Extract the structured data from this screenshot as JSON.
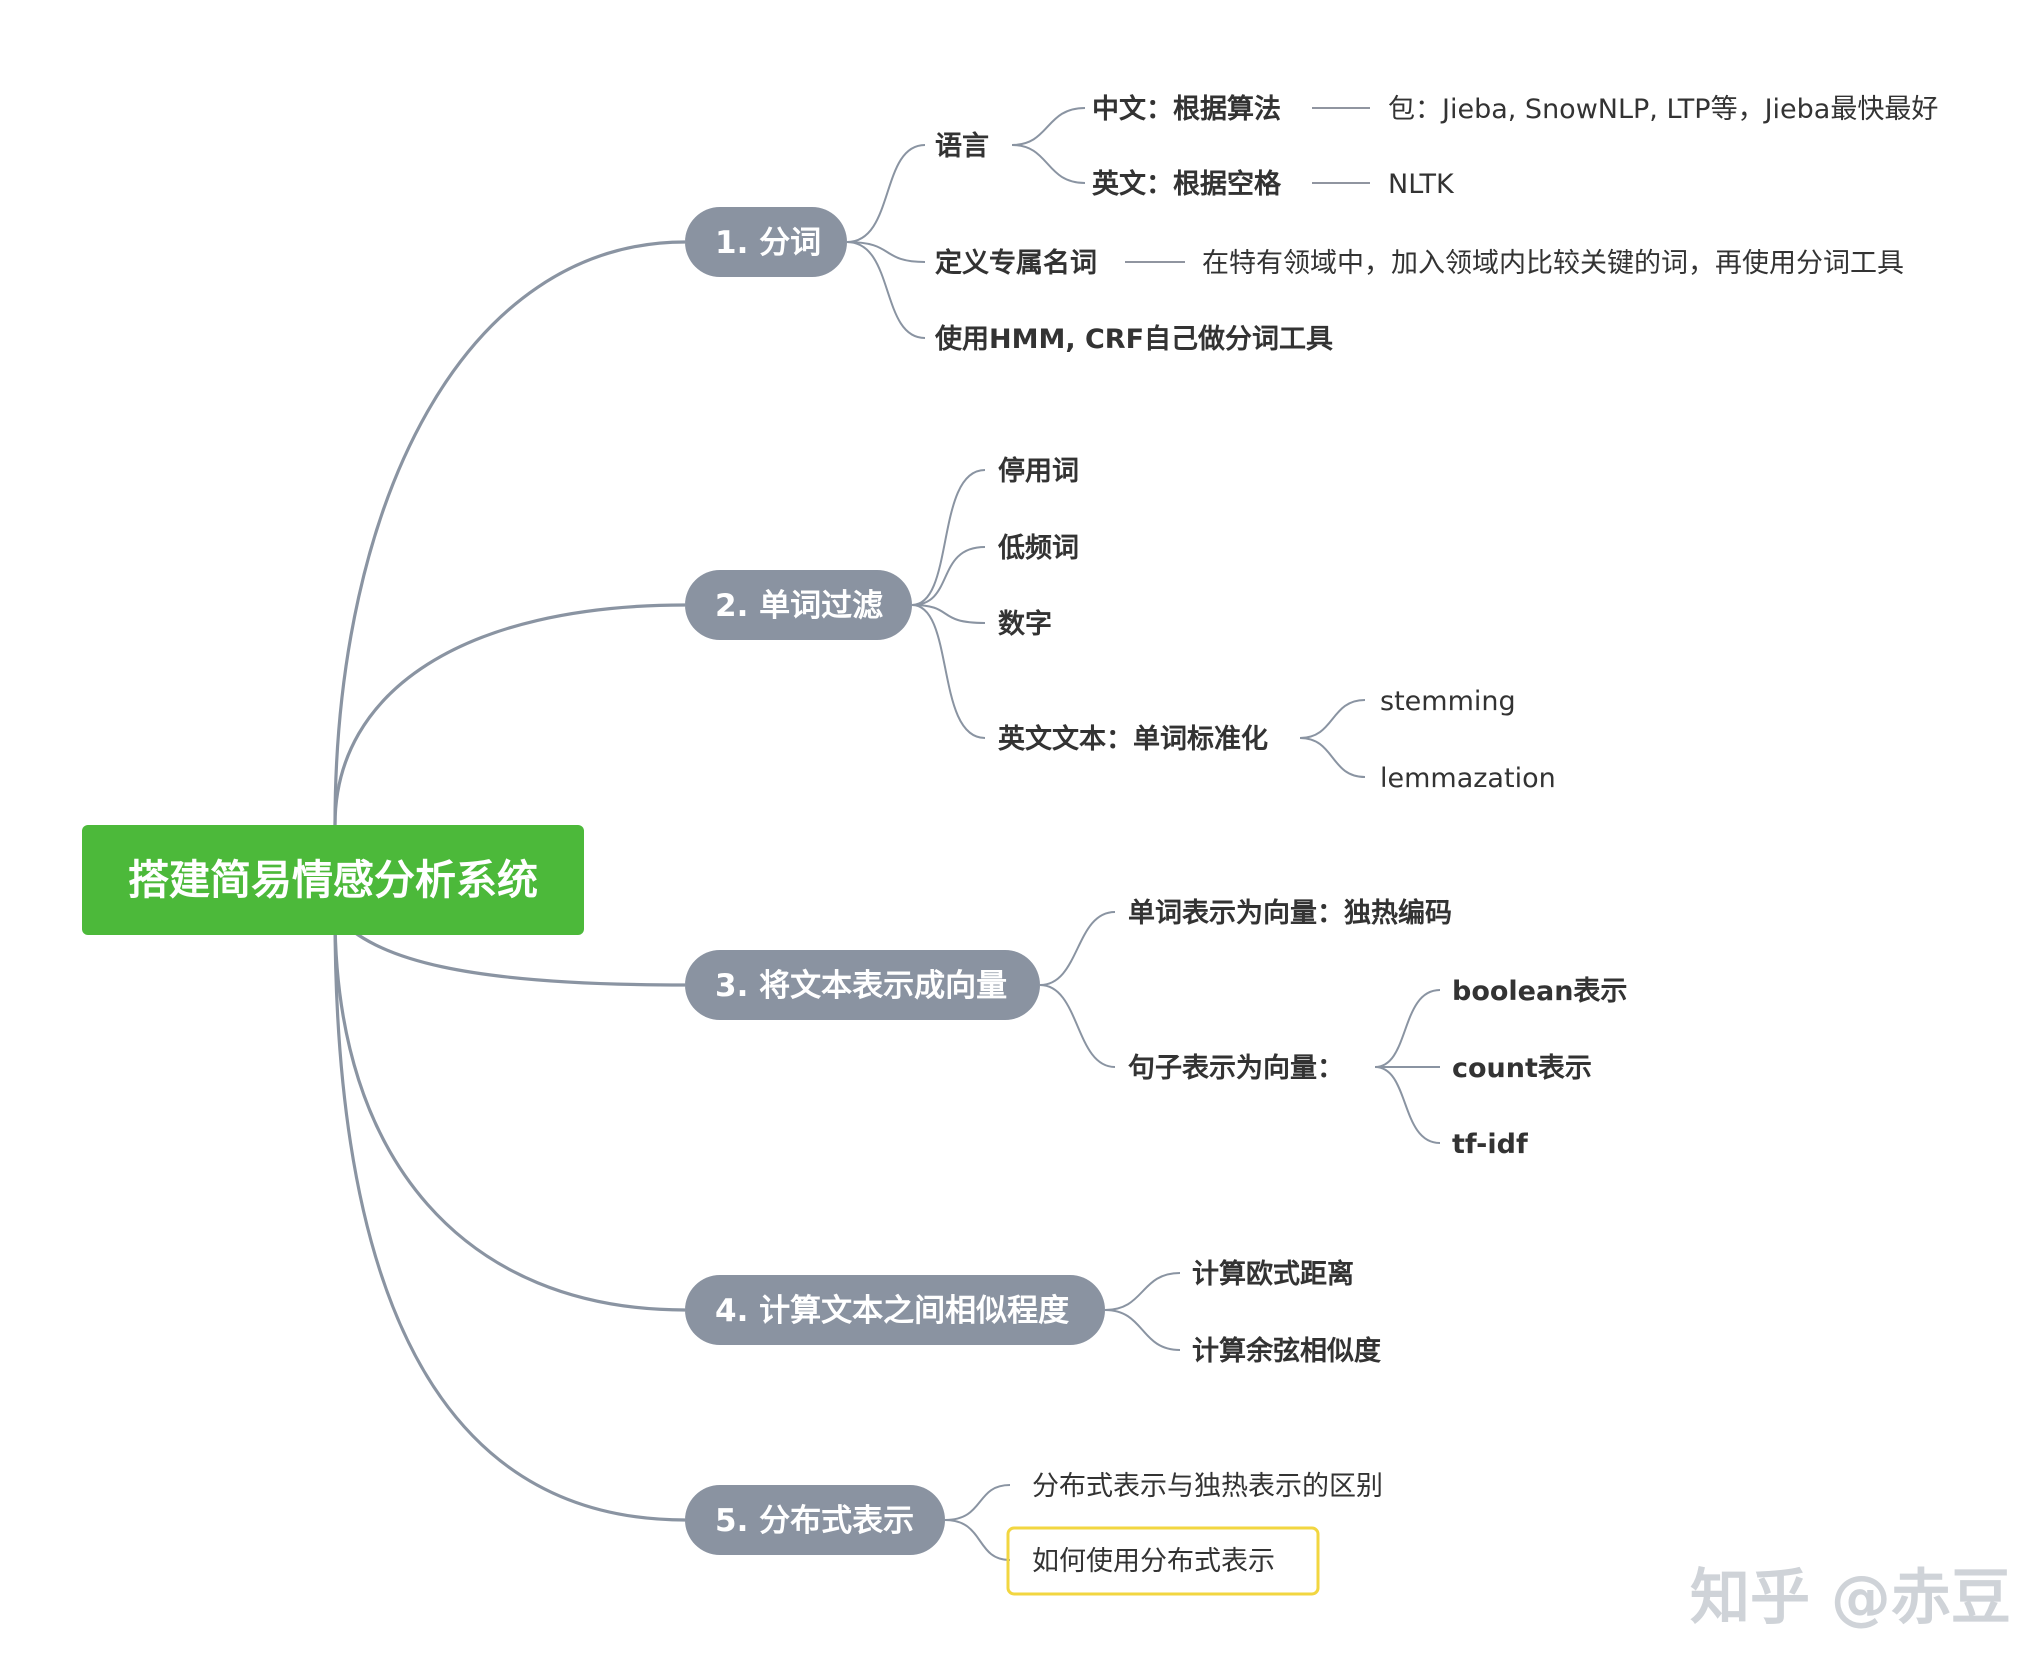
{
  "root": {
    "label": "搭建简易情感分析系统",
    "color": "#4cb93a"
  },
  "branch_color": "#8a93a1",
  "highlight_color": "#f2d640",
  "branches": [
    {
      "label": "1. 分词",
      "children": [
        {
          "label": "语言",
          "children": [
            {
              "label": "中文：根据算法",
              "note": "包：Jieba, SnowNLP, LTP等，Jieba最快最好"
            },
            {
              "label": "英文：根据空格",
              "note": "NLTK"
            }
          ]
        },
        {
          "label": "定义专属名词",
          "note": "在特有领域中，加入领域内比较关键的词，再使用分词工具"
        },
        {
          "label": "使用HMM, CRF自己做分词工具"
        }
      ]
    },
    {
      "label": "2. 单词过滤",
      "children": [
        {
          "label": "停用词"
        },
        {
          "label": "低频词"
        },
        {
          "label": "数字"
        },
        {
          "label": "英文文本：单词标准化",
          "children": [
            {
              "label": "stemming"
            },
            {
              "label": "lemmazation"
            }
          ]
        }
      ]
    },
    {
      "label": "3. 将文本表示成向量",
      "children": [
        {
          "label": "单词表示为向量：独热编码"
        },
        {
          "label": "句子表示为向量：",
          "children": [
            {
              "label": "boolean表示"
            },
            {
              "label": "count表示"
            },
            {
              "label": "tf-idf"
            }
          ]
        }
      ]
    },
    {
      "label": "4. 计算文本之间相似程度",
      "children": [
        {
          "label": "计算欧式距离"
        },
        {
          "label": "计算余弦相似度"
        }
      ]
    },
    {
      "label": "5. 分布式表示",
      "children": [
        {
          "label": "分布式表示与独热表示的区别"
        },
        {
          "label": "如何使用分布式表示",
          "highlighted": true
        }
      ]
    }
  ],
  "watermark": "知乎 @赤豆"
}
